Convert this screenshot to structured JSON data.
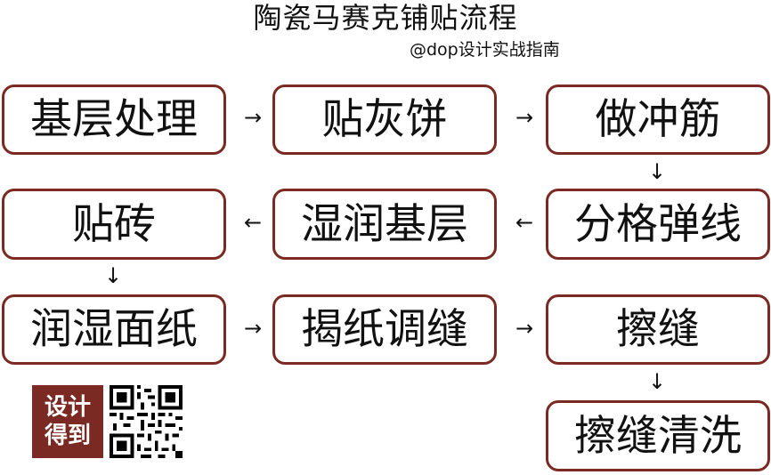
{
  "title": "陶瓷马赛克铺贴流程",
  "subtitle": "@dop设计实战指南",
  "steps": [
    {
      "label": "基层处理"
    },
    {
      "label": "贴灰饼"
    },
    {
      "label": "做冲筋"
    },
    {
      "label": "贴砖"
    },
    {
      "label": "湿润基层"
    },
    {
      "label": "分格弹线"
    },
    {
      "label": "润湿面纸"
    },
    {
      "label": "揭纸调缝"
    },
    {
      "label": "擦缝"
    },
    {
      "label": "擦缝清洗"
    }
  ],
  "arrows": {
    "right": "→",
    "left": "←",
    "down": "↓"
  },
  "logo": {
    "line1": "设计",
    "line2": "得到",
    "icon": "qr-code-icon"
  },
  "colors": {
    "box_border": "#7a2a23",
    "logo_background": "#7a2a23",
    "logo_text": "#ffffff"
  }
}
